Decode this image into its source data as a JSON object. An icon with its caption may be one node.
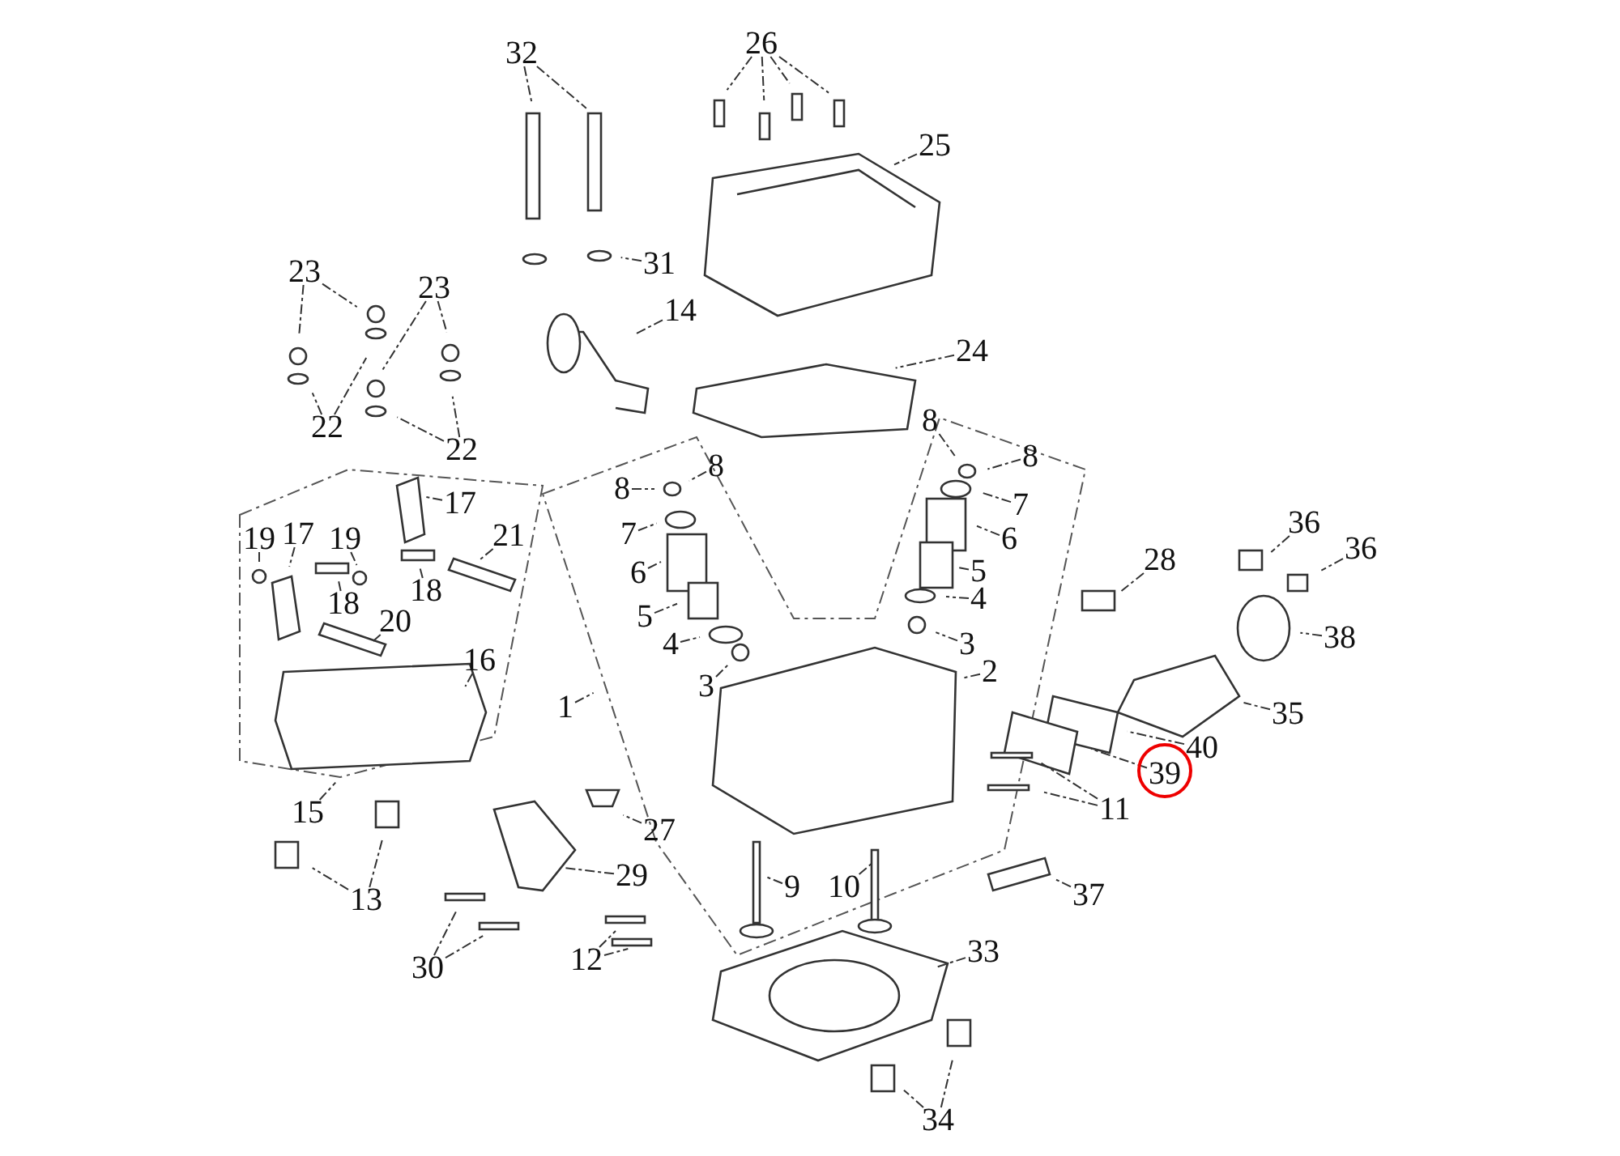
{
  "diagram": {
    "nodes": [
      {
        "text": [
          "32"
        ]
      },
      {
        "text": [
          "26"
        ]
      },
      {
        "text": [
          "25"
        ]
      },
      {
        "text": [
          "31"
        ]
      },
      {
        "text": [
          "23"
        ]
      },
      {
        "text": [
          "23"
        ]
      },
      {
        "text": [
          "14"
        ]
      },
      {
        "text": [
          "24"
        ]
      },
      {
        "text": [
          "22"
        ]
      },
      {
        "text": [
          "22"
        ]
      },
      {
        "text": [
          "8"
        ]
      },
      {
        "text": [
          "8"
        ]
      },
      {
        "text": [
          "7"
        ]
      },
      {
        "text": [
          "6"
        ]
      },
      {
        "text": [
          "5"
        ]
      },
      {
        "text": [
          "4"
        ]
      },
      {
        "text": [
          "3"
        ]
      },
      {
        "text": [
          "8"
        ]
      },
      {
        "text": [
          "8"
        ]
      },
      {
        "text": [
          "7"
        ]
      },
      {
        "text": [
          "6"
        ]
      },
      {
        "text": [
          "5"
        ]
      },
      {
        "text": [
          "4"
        ]
      },
      {
        "text": [
          "3"
        ]
      },
      {
        "text": [
          "2"
        ]
      },
      {
        "text": [
          "1"
        ]
      },
      {
        "text": [
          "17"
        ]
      },
      {
        "text": [
          "19"
        ]
      },
      {
        "text": [
          "17"
        ]
      },
      {
        "text": [
          "19"
        ]
      },
      {
        "text": [
          "21"
        ]
      },
      {
        "text": [
          "18"
        ]
      },
      {
        "text": [
          "18"
        ]
      },
      {
        "text": [
          "20"
        ]
      },
      {
        "text": [
          "16"
        ]
      },
      {
        "text": [
          "15"
        ]
      },
      {
        "text": [
          "13"
        ]
      },
      {
        "text": [
          "27"
        ]
      },
      {
        "text": [
          "29"
        ]
      },
      {
        "text": [
          "9"
        ]
      },
      {
        "text": [
          "10"
        ]
      },
      {
        "text": [
          "30"
        ]
      },
      {
        "text": [
          "12"
        ]
      },
      {
        "text": [
          "33"
        ]
      },
      {
        "text": [
          "34"
        ]
      },
      {
        "text": [
          "28"
        ]
      },
      {
        "text": [
          "36"
        ]
      },
      {
        "text": [
          "36"
        ]
      },
      {
        "text": [
          "38"
        ]
      },
      {
        "text": [
          "35"
        ]
      },
      {
        "text": [
          "40"
        ]
      },
      {
        "text": [
          "39"
        ]
      },
      {
        "text": [
          "11"
        ]
      },
      {
        "text": [
          "37"
        ]
      }
    ],
    "edges": [
      {
        "from": 0,
        "to": null,
        "arrow": "none"
      },
      {
        "from": 0,
        "to": null,
        "arrow": "none"
      },
      {
        "from": 1,
        "to": null,
        "arrow": "none"
      },
      {
        "from": 1,
        "to": null,
        "arrow": "none"
      },
      {
        "from": 1,
        "to": null,
        "arrow": "none"
      },
      {
        "from": 1,
        "to": null,
        "arrow": "none"
      },
      {
        "from": 2,
        "to": null,
        "arrow": "none"
      },
      {
        "from": 3,
        "to": null,
        "arrow": "none"
      },
      {
        "from": 4,
        "to": null,
        "arrow": "none"
      },
      {
        "from": 4,
        "to": null,
        "arrow": "none"
      },
      {
        "from": 5,
        "to": null,
        "arrow": "none"
      },
      {
        "from": 5,
        "to": null,
        "arrow": "none"
      },
      {
        "from": 6,
        "to": null,
        "arrow": "none"
      },
      {
        "from": 7,
        "to": null,
        "arrow": "none"
      },
      {
        "from": 8,
        "to": null,
        "arrow": "none"
      },
      {
        "from": 8,
        "to": null,
        "arrow": "none"
      },
      {
        "from": 9,
        "to": null,
        "arrow": "none"
      },
      {
        "from": 9,
        "to": null,
        "arrow": "none"
      },
      {
        "from": 10,
        "to": null,
        "arrow": "none"
      },
      {
        "from": 11,
        "to": null,
        "arrow": "none"
      },
      {
        "from": 12,
        "to": null,
        "arrow": "none"
      },
      {
        "from": 13,
        "to": null,
        "arrow": "none"
      },
      {
        "from": 14,
        "to": null,
        "arrow": "none"
      },
      {
        "from": 15,
        "to": null,
        "arrow": "none"
      },
      {
        "from": 16,
        "to": null,
        "arrow": "none"
      },
      {
        "from": 17,
        "to": null,
        "arrow": "none"
      },
      {
        "from": 18,
        "to": null,
        "arrow": "none"
      },
      {
        "from": 19,
        "to": null,
        "arrow": "none"
      },
      {
        "from": 20,
        "to": null,
        "arrow": "none"
      },
      {
        "from": 21,
        "to": null,
        "arrow": "none"
      },
      {
        "from": 22,
        "to": null,
        "arrow": "none"
      },
      {
        "from": 23,
        "to": null,
        "arrow": "none"
      },
      {
        "from": 24,
        "to": null,
        "arrow": "none"
      },
      {
        "from": 25,
        "to": null,
        "arrow": "none"
      },
      {
        "from": 26,
        "to": null,
        "arrow": "none"
      },
      {
        "from": 27,
        "to": null,
        "arrow": "none"
      },
      {
        "from": 28,
        "to": null,
        "arrow": "none"
      },
      {
        "from": 29,
        "to": null,
        "arrow": "none"
      },
      {
        "from": 30,
        "to": null,
        "arrow": "none"
      },
      {
        "from": 31,
        "to": null,
        "arrow": "none"
      },
      {
        "from": 32,
        "to": null,
        "arrow": "none"
      },
      {
        "from": 33,
        "to": null,
        "arrow": "none"
      },
      {
        "from": 34,
        "to": null,
        "arrow": "none"
      },
      {
        "from": 35,
        "to": null,
        "arrow": "none"
      },
      {
        "from": 36,
        "to": null,
        "arrow": "none"
      },
      {
        "from": 36,
        "to": null,
        "arrow": "none"
      },
      {
        "from": 37,
        "to": null,
        "arrow": "none"
      },
      {
        "from": 38,
        "to": null,
        "arrow": "none"
      },
      {
        "from": 39,
        "to": null,
        "arrow": "none"
      },
      {
        "from": 40,
        "to": null,
        "arrow": "none"
      },
      {
        "from": 41,
        "to": null,
        "arrow": "none"
      },
      {
        "from": 41,
        "to": null,
        "arrow": "none"
      },
      {
        "from": 42,
        "to": null,
        "arrow": "none"
      },
      {
        "from": 42,
        "to": null,
        "arrow": "none"
      },
      {
        "from": 43,
        "to": null,
        "arrow": "none"
      },
      {
        "from": 44,
        "to": null,
        "arrow": "none"
      },
      {
        "from": 44,
        "to": null,
        "arrow": "none"
      },
      {
        "from": 45,
        "to": null,
        "arrow": "none"
      },
      {
        "from": 46,
        "to": null,
        "arrow": "none"
      },
      {
        "from": 47,
        "to": null,
        "arrow": "none"
      },
      {
        "from": 48,
        "to": null,
        "arrow": "none"
      },
      {
        "from": 49,
        "to": null,
        "arrow": "none"
      },
      {
        "from": 50,
        "to": null,
        "arrow": "none"
      },
      {
        "from": 51,
        "to": null,
        "arrow": "none"
      },
      {
        "from": 52,
        "to": null,
        "arrow": "none"
      },
      {
        "from": 52,
        "to": null,
        "arrow": "none"
      },
      {
        "from": 53,
        "to": null,
        "arrow": "none"
      }
    ]
  }
}
